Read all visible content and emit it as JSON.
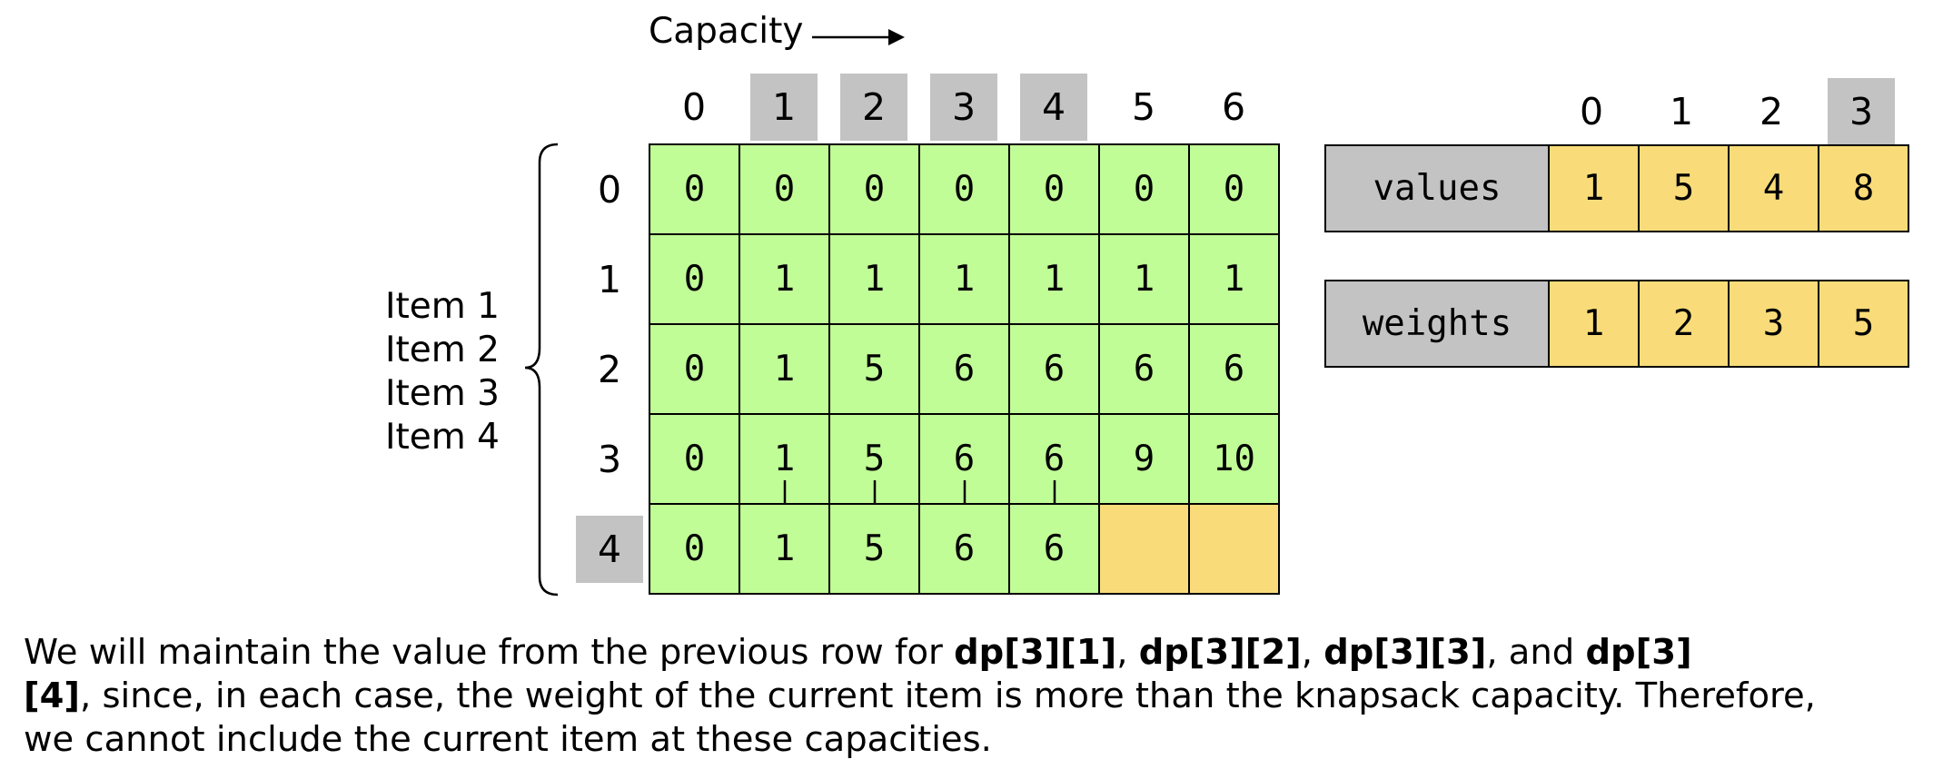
{
  "capacity_label": "Capacity",
  "col_headers": [
    "0",
    "1",
    "2",
    "3",
    "4",
    "5",
    "6"
  ],
  "row_headers": [
    "0",
    "1",
    "2",
    "3",
    "4"
  ],
  "items": [
    "Item 1",
    "Item 2",
    "Item 3",
    "Item 4"
  ],
  "grid": [
    [
      "0",
      "0",
      "0",
      "0",
      "0",
      "0",
      "0"
    ],
    [
      "0",
      "1",
      "1",
      "1",
      "1",
      "1",
      "1"
    ],
    [
      "0",
      "1",
      "5",
      "6",
      "6",
      "6",
      "6"
    ],
    [
      "0",
      "1",
      "5",
      "6",
      "6",
      "9",
      "10"
    ],
    [
      "0",
      "1",
      "5",
      "6",
      "6",
      "",
      ""
    ]
  ],
  "arrays": {
    "index_headers": [
      "0",
      "1",
      "2",
      "3"
    ],
    "values": {
      "label": "values",
      "cells": [
        "1",
        "5",
        "4",
        "8"
      ]
    },
    "weights": {
      "label": "weights",
      "cells": [
        "1",
        "2",
        "3",
        "5"
      ]
    }
  },
  "description": {
    "p1": "We will maintain the value from the previous row for ",
    "b1": "dp[3][1]",
    "s1": ", ",
    "b2": "dp[3][2]",
    "s2": ", ",
    "b3": "dp[3][3]",
    "s3": ", and ",
    "b4a": "dp[3]",
    "b4b": "[4]",
    "p2": ", since, in each case, the weight of the current item is more than the knapsack capacity. Therefore,",
    "p3": "we cannot include the current item at these capacities."
  },
  "colors": {
    "cell_green": "#c1fd97",
    "cell_yellow": "#f9dc79",
    "highlight_gray": "#c3c3c3"
  }
}
